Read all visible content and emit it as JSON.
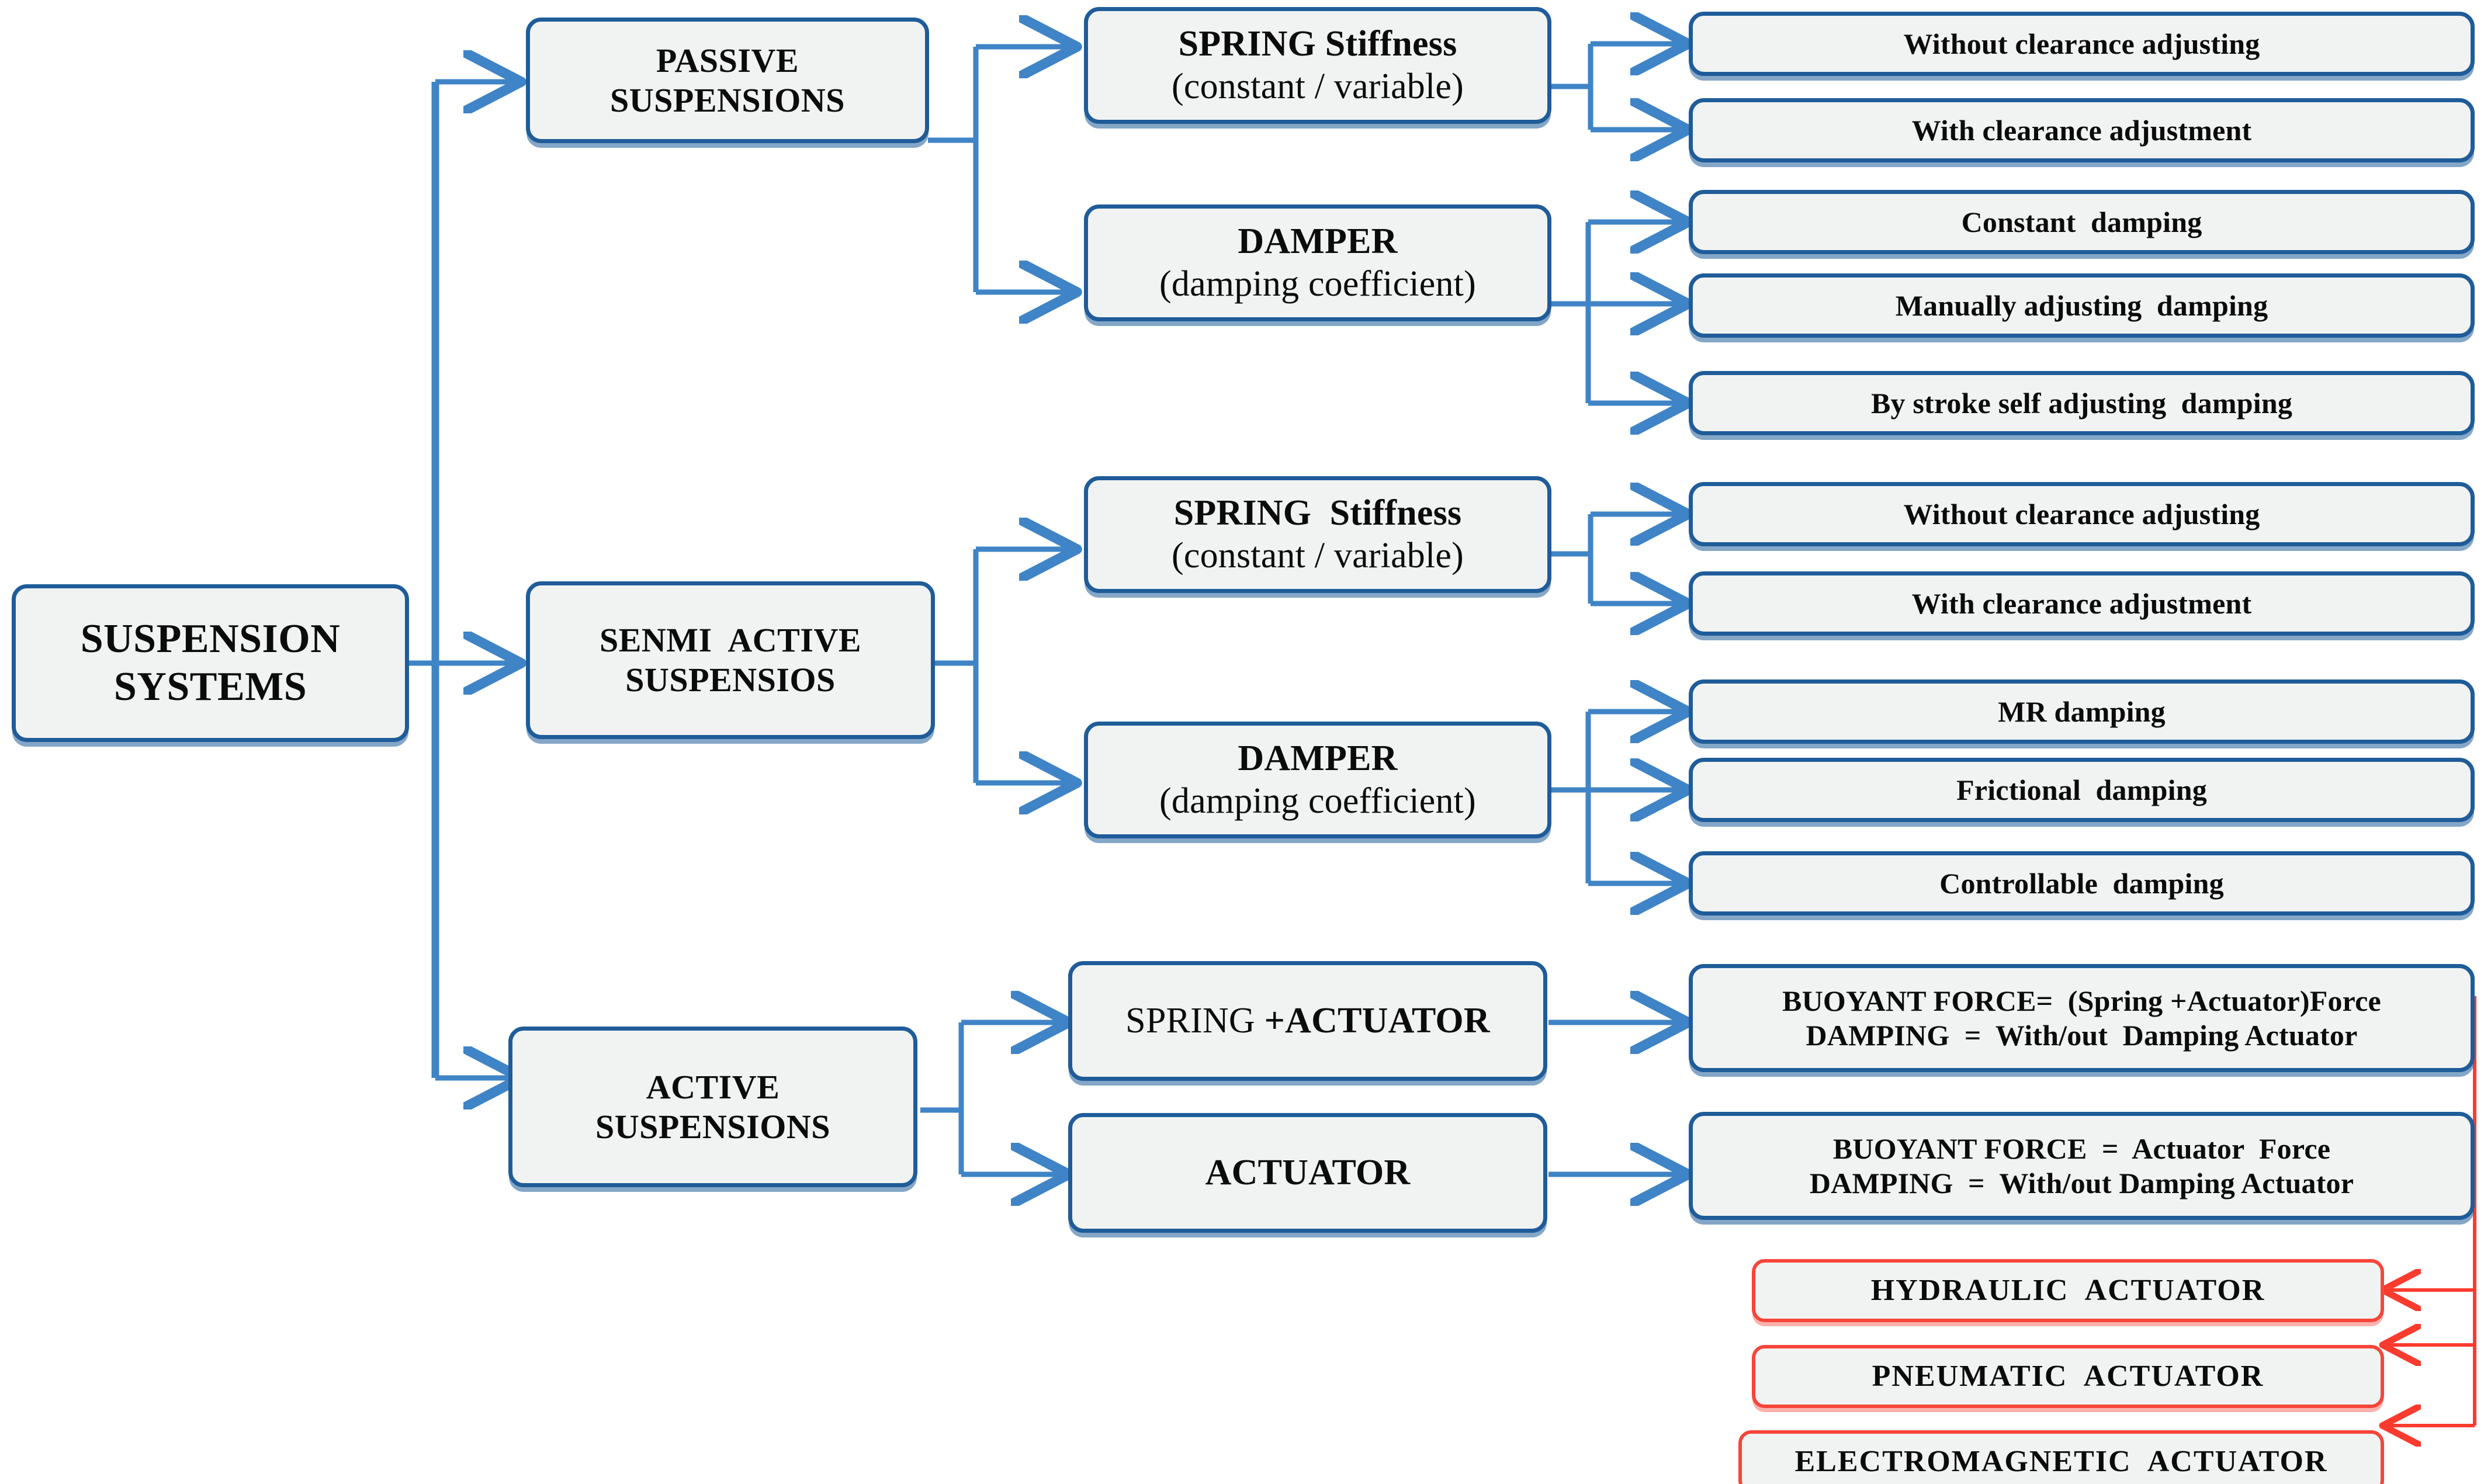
{
  "diagram": {
    "title": "Suspension systems classification chart",
    "colors": {
      "box_border_blue": "#1f5c99",
      "box_border_red": "#f8453a",
      "box_fill": "#f1f3f2",
      "connector_blue": "#3f84c6",
      "connector_red": "#fb3b2e",
      "text": "#0b0b0b",
      "background": "#ffffff"
    },
    "root": {
      "line1": "SUSPENSION",
      "line2": "SYSTEMS"
    },
    "categories": [
      {
        "key": "passive",
        "line1": "PASSIVE",
        "line2": "SUSPENSIONS",
        "components": [
          {
            "key": "passive-spring",
            "line1_bold": "SPRING Stiffness",
            "line2_regular": "(constant / variable)",
            "leaves": [
              "Without clearance adjusting",
              "With clearance adjustment"
            ]
          },
          {
            "key": "passive-damper",
            "line1_bold": "DAMPER",
            "line2_regular": "(damping coefficient)",
            "leaves": [
              "Constant  damping",
              "Manually adjusting  damping",
              "By stroke self adjusting  damping"
            ]
          }
        ]
      },
      {
        "key": "semi-active",
        "line1": "SENMI  ACTIVE",
        "line2": "SUSPENSIOS",
        "components": [
          {
            "key": "semi-spring",
            "line1_bold": "SPRING  Stiffness",
            "line2_regular": "(constant / variable)",
            "leaves": [
              "Without clearance adjusting",
              "With clearance adjustment"
            ]
          },
          {
            "key": "semi-damper",
            "line1_bold": "DAMPER",
            "line2_regular": "(damping coefficient)",
            "leaves": [
              "MR damping",
              "Frictional  damping",
              "Controllable  damping"
            ]
          }
        ]
      },
      {
        "key": "active",
        "line1": "ACTIVE",
        "line2": "SUSPENSIONS",
        "components": [
          {
            "key": "spring-actuator",
            "label_regular": "SPRING ",
            "label_bold": "+ACTUATOR",
            "definition": {
              "line1": "BUOYANT FORCE=  (Spring +Actuator)Force",
              "line2": "DAMPING  =  With/out  Damping Actuator"
            }
          },
          {
            "key": "actuator",
            "label_bold": "ACTUATOR",
            "definition": {
              "line1": "BUOYANT FORCE  =  Actuator  Force",
              "line2": "DAMPING  =  With/out Damping Actuator"
            }
          }
        ]
      }
    ],
    "actuator_types": [
      "HYDRAULIC  ACTUATOR",
      "PNEUMATIC  ACTUATOR",
      "ELECTROMAGNETIC  ACTUATOR"
    ]
  }
}
